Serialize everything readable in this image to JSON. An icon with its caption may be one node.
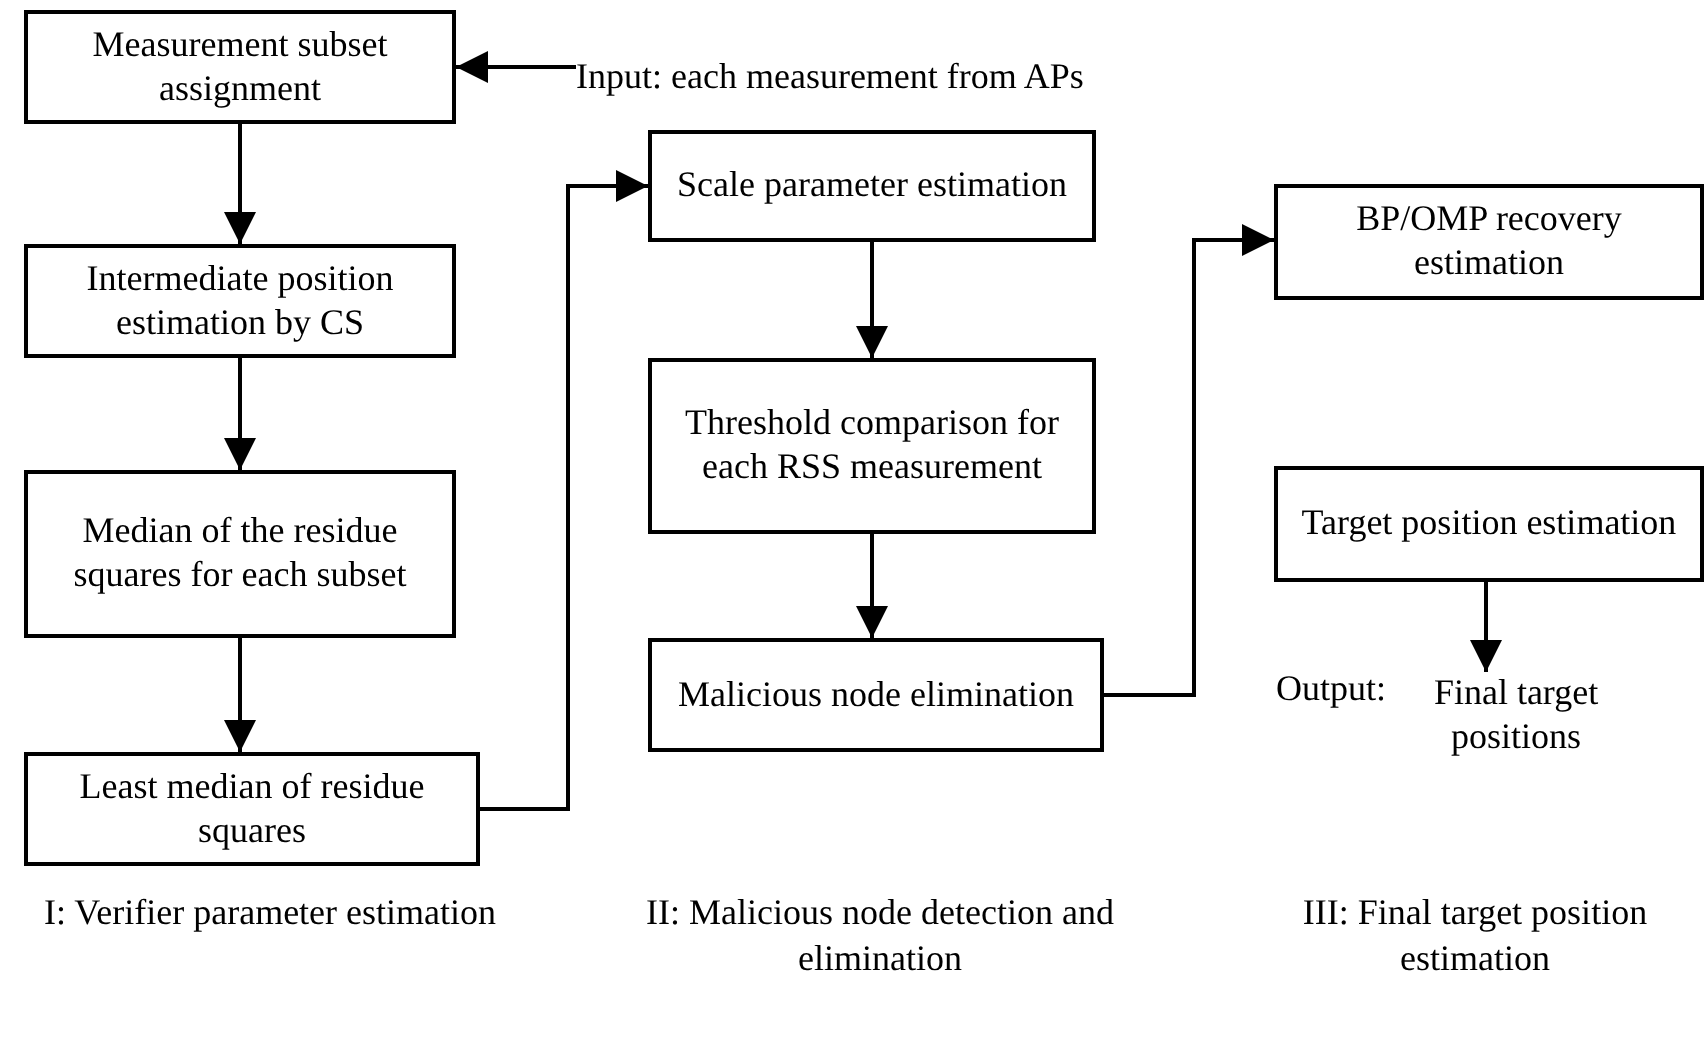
{
  "diagram": {
    "nodes": [
      {
        "text": [
          "Measurement subset assignment"
        ]
      },
      {
        "text": [
          "Input: each measurement from APs"
        ]
      },
      {
        "text": [
          "Intermediate position estimation by CS"
        ]
      },
      {
        "text": [
          "Median of the residue squares for each subset"
        ]
      },
      {
        "text": [
          "Least median of residue squares"
        ]
      },
      {
        "text": [
          "Scale parameter estimation"
        ]
      },
      {
        "text": [
          "Threshold comparison for each RSS measurement"
        ]
      },
      {
        "text": [
          "Malicious node elimination"
        ]
      },
      {
        "text": [
          "BP/OMP recovery estimation"
        ]
      },
      {
        "text": [
          "Target position estimation"
        ]
      },
      {
        "text": [
          "Output:",
          "Final target positions"
        ]
      }
    ],
    "edges": [
      {
        "from": 1,
        "to": 0,
        "arrow": "to"
      },
      {
        "from": 0,
        "to": 2,
        "arrow": "to"
      },
      {
        "from": 2,
        "to": 3,
        "arrow": "to"
      },
      {
        "from": 3,
        "to": 4,
        "arrow": "to"
      },
      {
        "from": 4,
        "to": 5,
        "arrow": "to"
      },
      {
        "from": 5,
        "to": 6,
        "arrow": "to"
      },
      {
        "from": 6,
        "to": 7,
        "arrow": "to"
      },
      {
        "from": 7,
        "to": 8,
        "arrow": "to"
      },
      {
        "from": 9,
        "to": 10,
        "arrow": "to"
      }
    ],
    "labels": [
      "I: Verifier parameter estimation",
      "II: Malicious node detection and elimination",
      "III: Final target position estimation"
    ]
  }
}
